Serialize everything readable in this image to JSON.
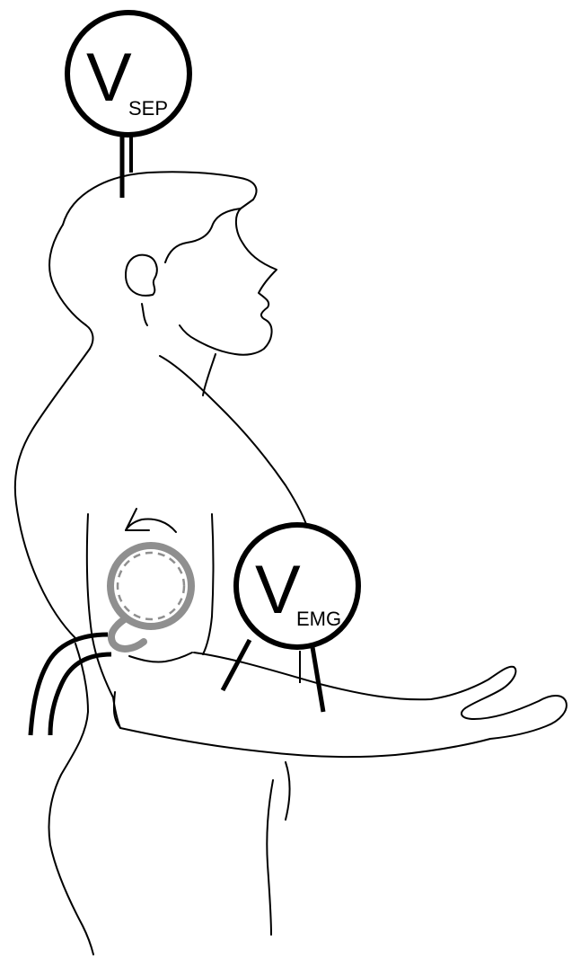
{
  "meters": {
    "sep": {
      "symbol": "V",
      "subscript": "SEP"
    },
    "emg": {
      "symbol": "V",
      "subscript": "EMG"
    }
  },
  "colors": {
    "line": "#000000",
    "coil": "#8f8f8f",
    "background": "#ffffff"
  }
}
